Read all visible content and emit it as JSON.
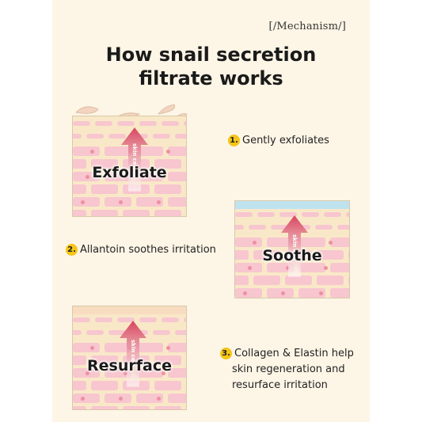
{
  "tag": "[/Mechanism/]",
  "title": {
    "line1": "How snail secretion",
    "line2": "filtrate works"
  },
  "arrow_label": "skin cell",
  "panels": [
    {
      "label": "Exfoliate"
    },
    {
      "label": "Soothe"
    },
    {
      "label": "Resurface"
    }
  ],
  "steps": [
    {
      "number": "1.",
      "lines": [
        "Gently exfoliates"
      ]
    },
    {
      "number": "2.",
      "lines": [
        "Allantoin soothes irritation"
      ]
    },
    {
      "number": "3.",
      "lines": [
        "Collagen & Elastin help",
        "skin regeneration and",
        "resurface irritation"
      ]
    }
  ],
  "colors": {
    "background": "#fdf5e6",
    "cell": "#f7c6cf",
    "arrow": "#d6455e",
    "badge": "#f5c518",
    "soothe_layer": "#bfe3ee",
    "resurface_layer": "#f8dcc0"
  }
}
